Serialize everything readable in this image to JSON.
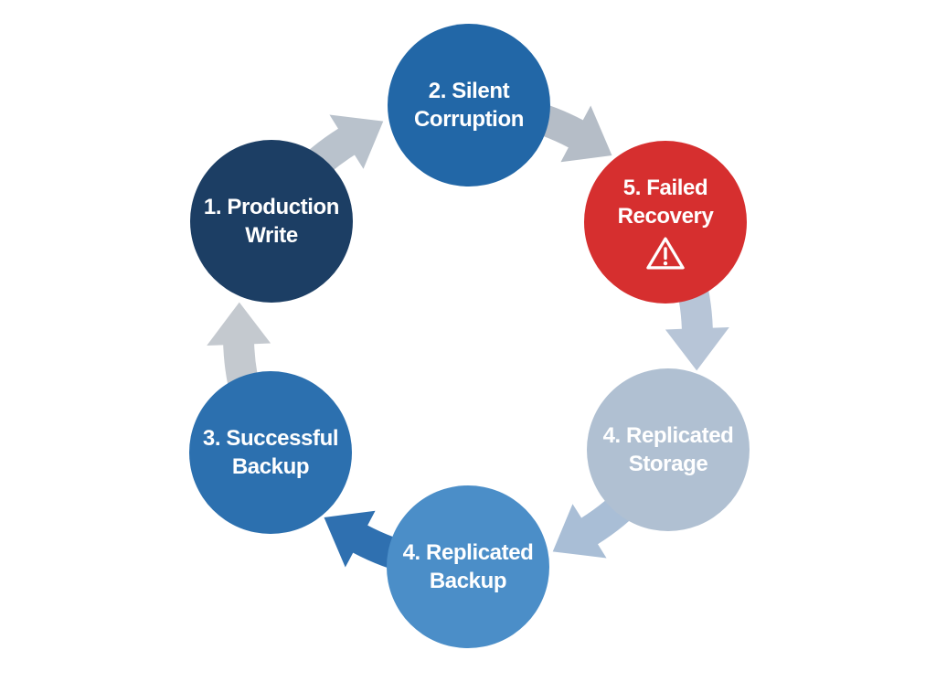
{
  "diagram": {
    "name": "backup-corruption-cycle",
    "background_color": "#ffffff",
    "text_color": "#ffffff",
    "nodes": [
      {
        "id": "production-write",
        "label_line1": "1. Production",
        "label_line2": "Write",
        "color": "#1c3e64",
        "text_color": "#ffffff"
      },
      {
        "id": "silent-corruption",
        "label_line1": "2. Silent",
        "label_line2": "Corruption",
        "color": "#2267a7",
        "text_color": "#ffffff"
      },
      {
        "id": "failed-recovery",
        "label_line1": "5. Failed",
        "label_line2": "Recovery",
        "color": "#d62f2f",
        "text_color": "#ffffff",
        "icon": "warning-triangle"
      },
      {
        "id": "replicated-storage",
        "label_line1": "4. Replicated",
        "label_line2": "Storage",
        "color": "#b0c0d2",
        "text_color": "#ffffff"
      },
      {
        "id": "replicated-backup",
        "label_line1": "4. Replicated",
        "label_line2": "Backup",
        "color": "#4b8ec8",
        "text_color": "#ffffff"
      },
      {
        "id": "successful-backup",
        "label_line1": "3. Successful",
        "label_line2": "Backup",
        "color": "#2c70af",
        "text_color": "#ffffff"
      }
    ],
    "arrows": [
      {
        "from": "production-write",
        "to": "silent-corruption",
        "color": "#b9c2cc"
      },
      {
        "from": "silent-corruption",
        "to": "failed-recovery",
        "color": "#b5bdc7"
      },
      {
        "from": "failed-recovery",
        "to": "replicated-storage",
        "color": "#b7c5d7"
      },
      {
        "from": "replicated-storage",
        "to": "replicated-backup",
        "color": "#a9bed6"
      },
      {
        "from": "replicated-backup",
        "to": "successful-backup",
        "color": "#2f70b0"
      },
      {
        "from": "successful-backup",
        "to": "production-write",
        "color": "#c4c9cf"
      }
    ]
  }
}
